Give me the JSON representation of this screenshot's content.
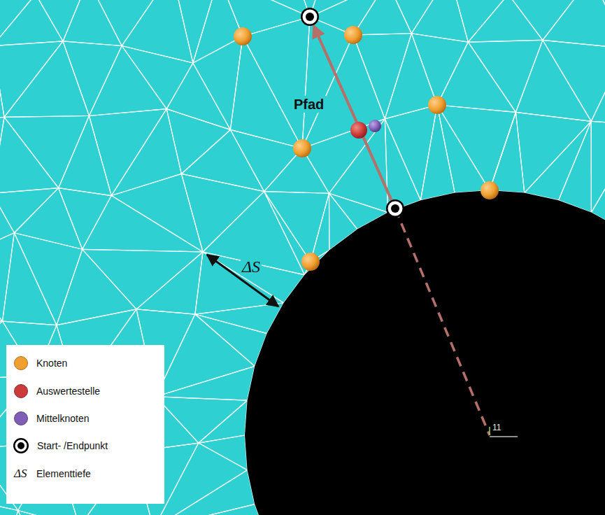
{
  "diagram": {
    "labels": [
      "Pfad",
      "ΔS",
      "11",
      "ΔS"
    ],
    "legend": [
      {
        "text": "Knoten",
        "color": "#f0a030"
      },
      {
        "text": "Auswertestelle",
        "color": "#cc3b3b"
      },
      {
        "text": "Mittelknoten",
        "color": "#7f5fb5"
      },
      {
        "text": "Start- /Endpunkt"
      },
      {
        "text": "Elementtiefe"
      }
    ]
  }
}
